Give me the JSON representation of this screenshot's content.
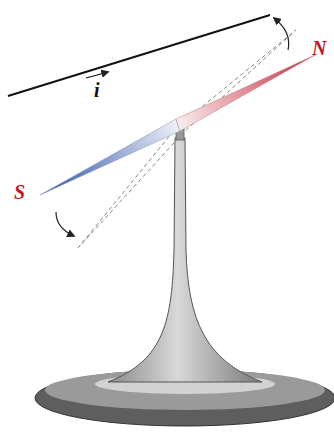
{
  "diagram": {
    "labels": [
      "i",
      "N",
      "S"
    ]
  }
}
